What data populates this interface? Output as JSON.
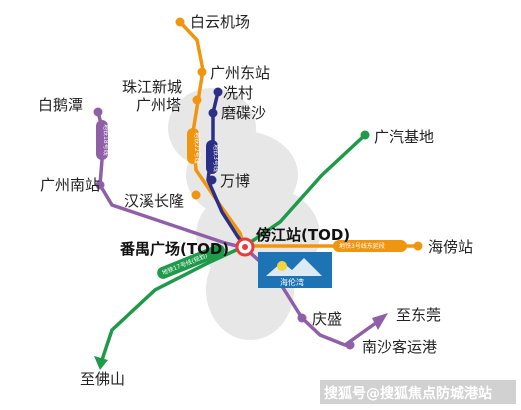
{
  "colors": {
    "green": "#1f9a4b",
    "orange": "#f0950f",
    "purple": "#8f5fa8",
    "navy": "#2b2f86",
    "grey_blob": "#e7e7e7",
    "hub_red": "#e63c3c",
    "logo_blue": "#1d73b3"
  },
  "stations": {
    "baiyun_airport": "白云机场",
    "guangzhou_east": "广州东站",
    "zhujiang_newtown": "珠江新城",
    "canton_tower": "广州塔",
    "xiancun": "冼村",
    "modiesha": "磨碟沙",
    "baietan": "白鹅潭",
    "guangzhou_south": "广州南站",
    "hanxi_changlong": "汉溪长隆",
    "wanbo": "万博",
    "gac_base": "广汽基地",
    "panyu_square": "番禺广场(TOD)",
    "banjiang": "傍江站(TOD)",
    "haibang": "海傍站",
    "qingsheng": "庆盛",
    "to_dongguan": "至东莞",
    "nansha_port": "南沙客运港",
    "to_foshan": "至佛山"
  },
  "line_tags": {
    "line22": "地铁22号线",
    "line3": "地铁3号线",
    "line18": "地铁18号线",
    "line3_east": "地铁3号线东延段",
    "line17": "地铁17号线(规划)"
  },
  "logo_text": "海伦湾",
  "watermark": "搜狐号@搜狐焦点防城港站"
}
